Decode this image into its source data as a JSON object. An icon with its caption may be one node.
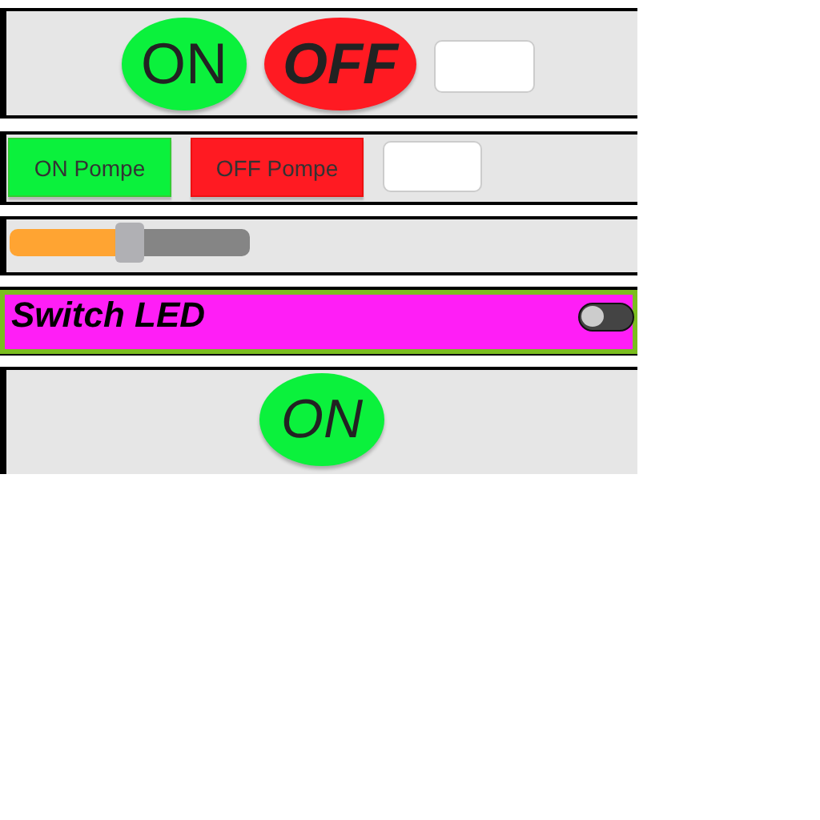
{
  "diagram": {
    "nodes": [
      {
        "text": [],
        "shape": "box"
      },
      {
        "text": [
          "ON"
        ],
        "in": 0
      },
      {
        "text": [
          "OFF"
        ],
        "in": 0
      },
      {
        "text": [],
        "shape": "box",
        "in": 0
      },
      {
        "text": [],
        "shape": "box"
      },
      {
        "text": [
          "ON Pompe"
        ],
        "in": 4
      },
      {
        "text": [
          "OFF Pompe"
        ],
        "in": 4
      },
      {
        "text": [],
        "shape": "box",
        "in": 4
      },
      {
        "text": [],
        "shape": "box"
      },
      {
        "text": [],
        "shape": "slider",
        "in": 8
      },
      {
        "text": [
          "Switch LED"
        ]
      },
      {
        "text": [],
        "shape": "switch",
        "in": 10
      },
      {
        "text": [],
        "shape": "box"
      },
      {
        "text": [
          "ON"
        ],
        "in": 12
      }
    ]
  }
}
